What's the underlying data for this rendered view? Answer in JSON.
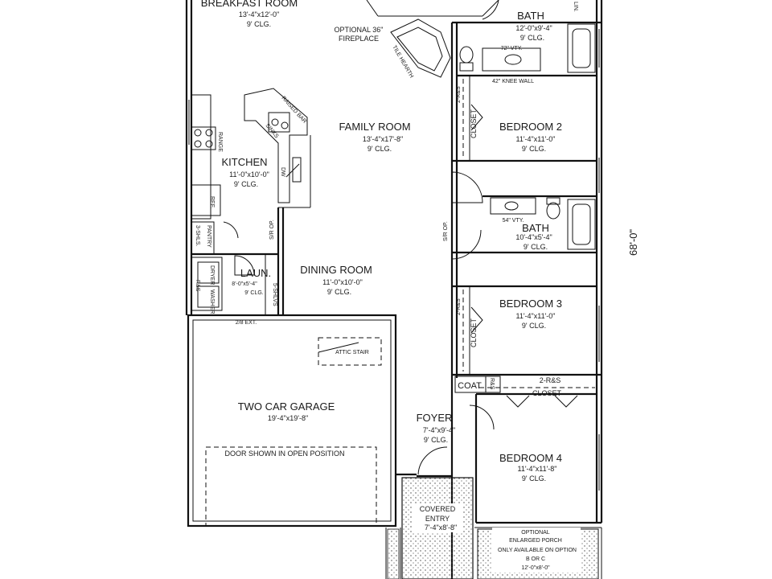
{
  "rooms": {
    "breakfast": {
      "name": "BREAKFAST ROOM",
      "size": "13'-4\"x12'-0\"",
      "clg": "9' CLG."
    },
    "family": {
      "name": "FAMILY ROOM",
      "size": "13'-4\"x17'-8\"",
      "clg": "9' CLG."
    },
    "kitchen": {
      "name": "KITCHEN",
      "size": "11'-0\"x10'-0\"",
      "clg": "9' CLG."
    },
    "dining": {
      "name": "DINING ROOM",
      "size": "11'-0\"x10'-0\"",
      "clg": "9' CLG."
    },
    "laundry": {
      "name": "LAUN.",
      "size": "8'-0\"x5'-4\"",
      "clg": "9' CLG."
    },
    "garage": {
      "name": "TWO CAR GARAGE",
      "size": "19'-4\"x19'-8\""
    },
    "foyer": {
      "name": "FOYER",
      "size": "7'-4\"x9'-4\"",
      "clg": "9' CLG."
    },
    "bath1": {
      "name": "BATH",
      "size": "12'-0\"x9'-4\"",
      "clg": "9' CLG."
    },
    "bath2": {
      "name": "BATH",
      "size": "10'-4\"x5'-4\"",
      "clg": "9' CLG."
    },
    "bedroom2": {
      "name": "BEDROOM 2",
      "size": "11'-4\"x11'-0\"",
      "clg": "9' CLG."
    },
    "bedroom3": {
      "name": "BEDROOM 3",
      "size": "11'-4\"x11'-0\"",
      "clg": "9' CLG."
    },
    "bedroom4": {
      "name": "BEDROOM 4",
      "size": "11'-4\"x11'-8\"",
      "clg": "9' CLG."
    },
    "covered_entry": {
      "line1": "COVERED",
      "line2": "ENTRY",
      "size": "7'-4\"x8'-8\""
    },
    "porch": {
      "line1": "OPTIONAL",
      "line2": "ENLARGED PORCH",
      "line3": "ONLY AVAILABLE ON OPTION",
      "line4": "B OR C",
      "size": "12'-0\"x8'-0\""
    }
  },
  "annotations": {
    "fireplace_1": "OPTIONAL 36\"",
    "fireplace_2": "FIREPLACE",
    "tile_hearth": "TILE HEARTH",
    "raised_bar": "RAISED BAR",
    "range": "RANGE",
    "sinks": "SINKS",
    "dw": "DW",
    "ref": "REF.",
    "pantry": "PANTRY",
    "shelves_3": "3-SHLS.",
    "shelves_5": "5-SHLVS",
    "sr_op_kitchen": "S/R OP.",
    "sr_op_hall": "S/R OP.",
    "dryer": "DRYER",
    "washer": "WASHER",
    "rs_laundry": "R&S",
    "laundry_door": "2/8 EXT.",
    "attic_stair": "ATTIC STAIR",
    "garage_door": "DOOR SHOWN IN OPEN POSITION",
    "vty_72": "72\" VTY.",
    "vty_54": "54\" VTY.",
    "knee_wall": "42\" KNEE WALL",
    "closet_2": "2-R&S",
    "closet_word": "CLOSET",
    "coat": "COAT",
    "rs": "R&S",
    "closet_4a": "2-R&S",
    "closet_4b": "CLOSET",
    "linen": "LIN.",
    "dimension_depth": "68'-0\""
  }
}
